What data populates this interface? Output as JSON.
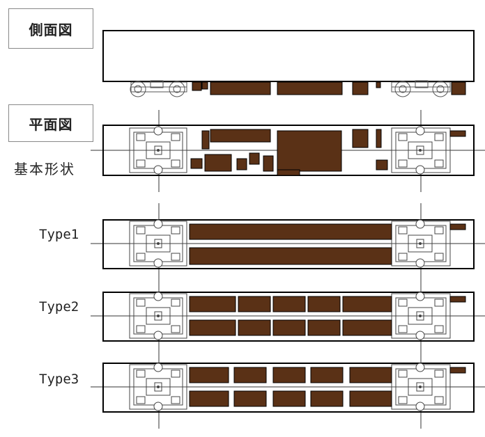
{
  "labels": {
    "side_view": "側面図",
    "plan_view": "平面図",
    "basic_shape": "基本形状",
    "type1": "Type1",
    "type2": "Type2",
    "type3": "Type3"
  },
  "colors": {
    "equipment": "#5a3116",
    "outline": "#000000",
    "truck_line": "#333333"
  },
  "icons": {
    "truck": "bogie-plan-icon",
    "wheel": "wheel-icon"
  }
}
